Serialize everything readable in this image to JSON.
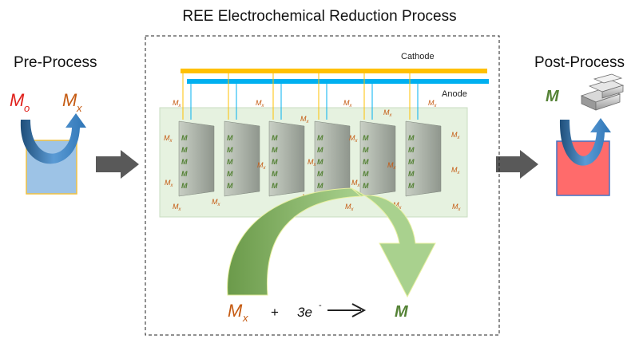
{
  "diagram": {
    "title": "REE Electrochemical Reduction Process",
    "pre_process": {
      "label": "Pre-Process",
      "input_species": "M",
      "input_sub": "o",
      "output_species": "M",
      "output_sub": "x"
    },
    "post_process": {
      "label": "Post-Process",
      "metal_label": "M"
    },
    "cell": {
      "cathode_label": "Cathode",
      "anode_label": "Anode",
      "ion_label": "M",
      "ion_sub": "x",
      "deposit_label": "M"
    },
    "reaction": {
      "reactant": "M",
      "reactant_sub": "x",
      "plus": "+",
      "electrons": "3e",
      "electron_sup": "-",
      "product": "M"
    },
    "colors": {
      "pre_box": "#9dc3e6",
      "pre_box_border": "#f0c040",
      "post_box": "#ff6b6b",
      "post_box_border": "#4472c4",
      "flow_arrow": "#2e75b6",
      "cathode": "#ffc000",
      "anode": "#00b0f0",
      "bath": "#e6f2e0",
      "reduction_arrow": "#7aaa55",
      "ion_color": "#c55a11",
      "metal_color": "#548235",
      "process_arrow": "#595959"
    }
  }
}
